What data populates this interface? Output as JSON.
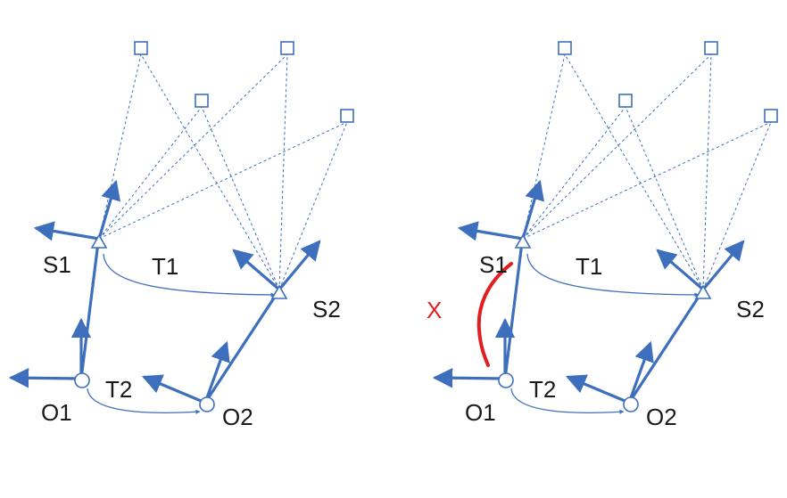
{
  "panels": [
    {
      "id": "left",
      "labels": {
        "s1": "S1",
        "s2": "S2",
        "o1": "O1",
        "o2": "O2",
        "t1": "T1",
        "t2": "T2"
      }
    },
    {
      "id": "right",
      "labels": {
        "s1": "S1",
        "s2": "S2",
        "o1": "O1",
        "o2": "O2",
        "t1": "T1",
        "t2": "T2"
      },
      "annotation": {
        "mark": "X",
        "color": "#e02020"
      }
    }
  ],
  "colors": {
    "frame": "#3d6fbd",
    "dashed": "#3d6fbd",
    "annotation": "#e02020",
    "text": "#1a1a1a"
  }
}
